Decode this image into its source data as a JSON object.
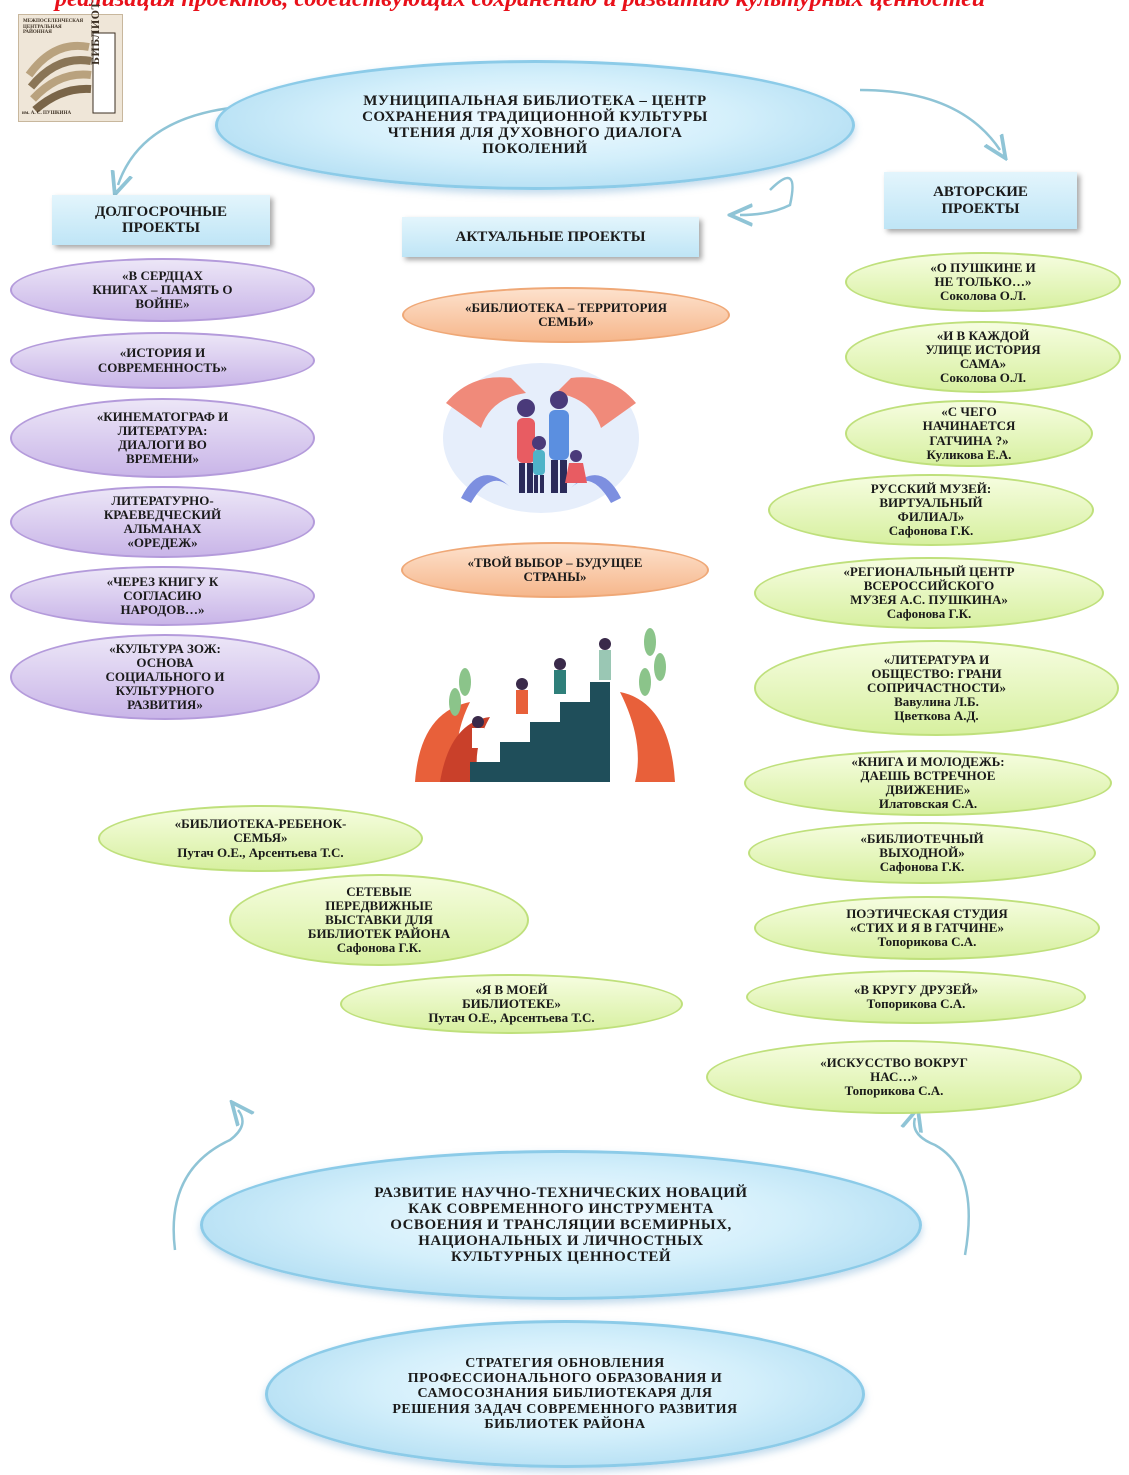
{
  "header_text": "реализация проектов, содействующих сохранению и развитию культурных ценностей",
  "logo": {
    "org_text": "МЕЖПОСЕЛЕНЧЕСКАЯ ЦЕНТРАЛЬНАЯ РАЙОННАЯ",
    "vertical_text": "БИБЛИОТЕКА",
    "name_text": "им. А. С. ПУШКИНА"
  },
  "top_oval": "МУНИЦИПАЛЬНАЯ  БИБЛИОТЕКА  – ЦЕНТР\nСОХРАНЕНИЯ  ТРАДИЦИОННОЙ  КУЛЬТУРЫ\nЧТЕНИЯ  ДЛЯ  ДУХОВНОГО  ДИАЛОГА\nПОКОЛЕНИЙ",
  "categories": {
    "long_term": "ДОЛГОСРОЧНЫЕ\nПРОЕКТЫ",
    "current": "АКТУАЛЬНЫЕ ПРОЕКТЫ",
    "author": "АВТОРСКИЕ\nПРОЕКТЫ"
  },
  "long_term_projects": [
    "«В СЕРДЦАХ\nКНИГАХ – ПАМЯТЬ О\nВОЙНЕ»",
    "«ИСТОРИЯ И\nСОВРЕМЕННОСТЬ»",
    "«КИНЕМАТОГРАФ И\nЛИТЕРАТУРА:\nДИАЛОГИ ВО\nВРЕМЕНИ»",
    "ЛИТЕРАТУРНО-\nКРАЕВЕДЧЕСКИЙ\nАЛЬМАНАХ\n«ОРЕДЕЖ»",
    "«ЧЕРЕЗ КНИГУ К\nСОГЛАСИЮ\nНАРОДОВ…»",
    "«КУЛЬТУРА ЗОЖ:\nОСНОВА\nСОЦИАЛЬНОГО И\nКУЛЬТУРНОГО\nРАЗВИТИЯ»"
  ],
  "current_projects": [
    "«БИБЛИОТЕКА – ТЕРРИТОРИЯ\nСЕМЬИ»",
    "«ТВОЙ ВЫБОР – БУДУЩЕЕ\nСТРАНЫ»"
  ],
  "bottom_left_projects": [
    "«БИБЛИОТЕКА-РЕБЕНОК-\nСЕМЬЯ»\nПутач О.Е., Арсентьева Т.С.",
    "СЕТЕВЫЕ\nПЕРЕДВИЖНЫЕ\nВЫСТАВКИ ДЛЯ\nБИБЛИОТЕК РАЙОНА\nСафонова Г.К.",
    "«Я В МОЕЙ\nБИБЛИОТЕКЕ»\nПутач О.Е., Арсентьева Т.С."
  ],
  "author_projects": [
    "«О ПУШКИНЕ И\nНЕ ТОЛЬКО…»\nСоколова О.Л.",
    "«И В КАЖДОЙ\nУЛИЦЕ ИСТОРИЯ\nСАМА»\nСоколова О.Л.",
    "«С ЧЕГО\nНАЧИНАЕТСЯ\nГАТЧИНА ?»\nКуликова Е.А.",
    "РУССКИЙ МУЗЕЙ:\nВИРТУАЛЬНЫЙ\nФИЛИАЛ»\nСафонова Г.К.",
    "«РЕГИОНАЛЬНЫЙ ЦЕНТР\nВСЕРОССИЙСКОГО\nМУЗЕЯ А.С. ПУШКИНА»\nСафонова Г.К.",
    "«ЛИТЕРАТУРА И\nОБЩЕСТВО: ГРАНИ\nСОПРИЧАСТНОСТИ»\nВавулина Л.Б.\nЦветкова А.Д.",
    "«КНИГА И МОЛОДЕЖЬ:\nДАЕШЬ ВСТРЕЧНОЕ\nДВИЖЕНИЕ»\nИлатовская С.А.",
    "«БИБЛИОТЕЧНЫЙ\nВЫХОДНОЙ»\nСафонова Г.К.",
    "ПОЭТИЧЕСКАЯ СТУДИЯ\n«СТИХ И Я В ГАТЧИНЕ»\nТопорикова С.А.",
    "«В КРУГУ ДРУЗЕЙ»\nТопорикова С.А.",
    "«ИСКУССТВО ВОКРУГ\nНАС…»\nТопорикова С.А."
  ],
  "bottom_oval_1": "РАЗВИТИЕ  НАУЧНО-ТЕХНИЧЕСКИХ  НОВАЦИЙ\nКАК СОВРЕМЕННОГО  ИНСТРУМЕНТА\nОСВОЕНИЯ  И ТРАНСЛЯЦИИ  ВСЕМИРНЫХ,\nНАЦИОНАЛЬНЫХ  И  ЛИЧНОСТНЫХ\nКУЛЬТУРНЫХ  ЦЕННОСТЕЙ",
  "bottom_oval_2": "СТРАТЕГИЯ  ОБНОВЛЕНИЯ\nПРОФЕССИОНАЛЬНОГО  ОБРАЗОВАНИЯ  И\nСАМОСОЗНАНИЯ  БИБЛИОТЕКАРЯ  ДЛЯ\nРЕШЕНИЯ  ЗАДАЧ  СОВРЕМЕННОГО  РАЗВИТИЯ\nБИБЛИОТЕК  РАЙОНА",
  "colors": {
    "header": "#e8101a",
    "blue_oval": "#bfe5f6",
    "purple_oval": "#c9b5e8",
    "orange_oval": "#f6b78c",
    "green_oval": "#d7f0a0",
    "arrow": "#8fc4d6"
  }
}
